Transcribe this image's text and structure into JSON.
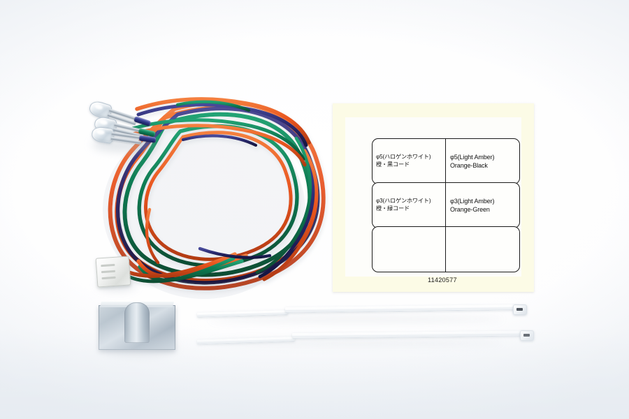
{
  "scene": {
    "title": "LED light unit parts photo",
    "background_color": "#ffffff"
  },
  "label": {
    "name": "instruction-label",
    "card_color": "#fcfbe6",
    "inner_color": "#fdfdfa",
    "part_number": "11420577",
    "grid": {
      "columns": 2,
      "rows": 3,
      "cells": [
        {
          "row": 1,
          "column": 1,
          "jp": "φ5(ハロゲンホワイト)",
          "jp2": "橙・黒コード",
          "en": "",
          "en2": ""
        },
        {
          "row": 1,
          "column": 2,
          "jp": "",
          "jp2": "",
          "en": "φ5(Light Amber)",
          "en2": "Orange-Black"
        },
        {
          "row": 2,
          "column": 1,
          "jp": "φ3(ハロゲンホワイト)",
          "jp2": "橙・緑コード",
          "en": "",
          "en2": ""
        },
        {
          "row": 2,
          "column": 2,
          "jp": "",
          "jp2": "",
          "en": "φ3(Light Amber)",
          "en2": "Orange-Green"
        },
        {
          "row": 3,
          "column": 1,
          "jp": "",
          "jp2": "",
          "en": "",
          "en2": ""
        },
        {
          "row": 3,
          "column": 2,
          "jp": "",
          "jp2": "",
          "en": "",
          "en2": ""
        }
      ]
    }
  },
  "parts": {
    "led_bulbs": {
      "name": "clear-led-bulbs",
      "count": 3,
      "body_color": "#e6ecf1",
      "shrink_colors": [
        "#2a3380",
        "#0d7a55",
        "#2a3380"
      ]
    },
    "wires": {
      "name": "twisted-wire-harness",
      "orange": "#e8551f",
      "green": "#0e7a52",
      "navy": "#2a2a70"
    },
    "connector": {
      "name": "white-jst-connector",
      "color": "#f2f3f2",
      "pins": 3
    },
    "bracket": {
      "name": "metal-mounting-bracket",
      "color": "#c3ced8"
    },
    "cable_ties": {
      "name": "cable-ties",
      "count": 2,
      "color": "#f5f8fa"
    }
  }
}
